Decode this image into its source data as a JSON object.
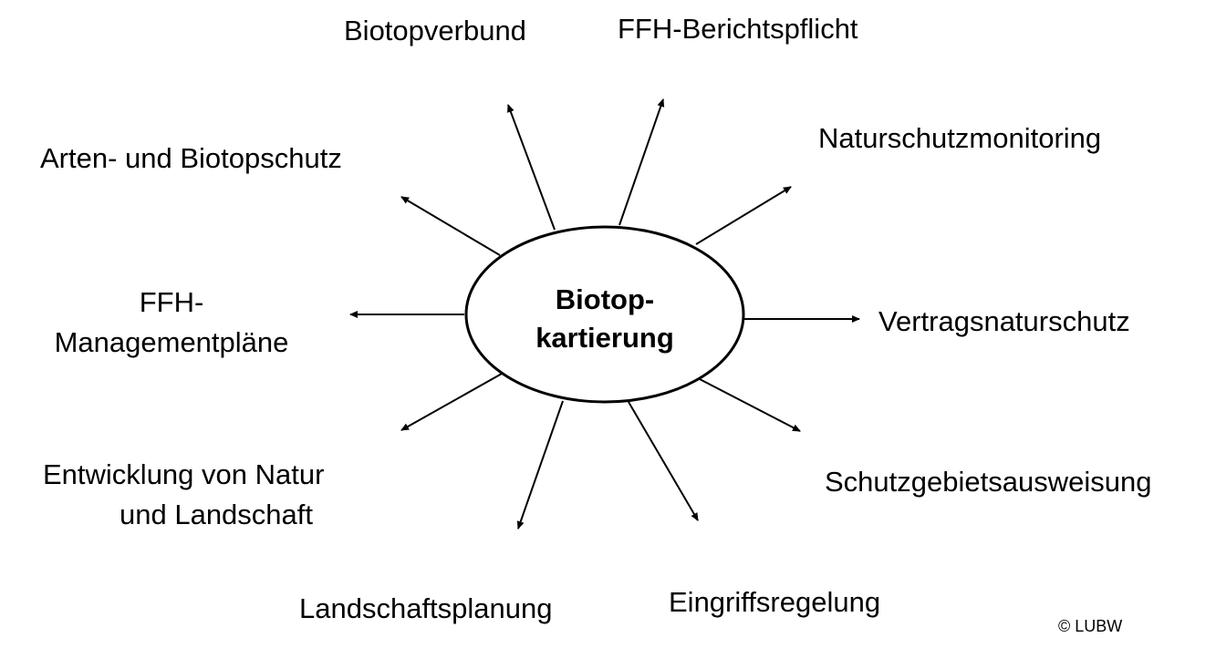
{
  "center": {
    "line1": "Biotop-",
    "line2": "kartierung"
  },
  "labels": {
    "biotopverbund": "Biotopverbund",
    "ffh_berichtspflicht": "FFH-Berichtspflicht",
    "naturschutzmonitoring": "Naturschutzmonitoring",
    "arten_biotopschutz": "Arten- und Biotopschutz",
    "ffh_management_line1": "FFH-",
    "ffh_management_line2": "Managementpläne",
    "vertragsnaturschutz": "Vertragsnaturschutz",
    "entwicklung_line1": "Entwicklung von Natur",
    "entwicklung_line2": "und Landschaft",
    "schutzgebietsausweisung": "Schutzgebietsausweisung",
    "landschaftsplanung": "Landschaftsplanung",
    "eingriffsregelung": "Eingriffsregelung"
  },
  "copyright": "© LUBW",
  "colors": {
    "stroke": "#000000",
    "background": "#ffffff"
  }
}
